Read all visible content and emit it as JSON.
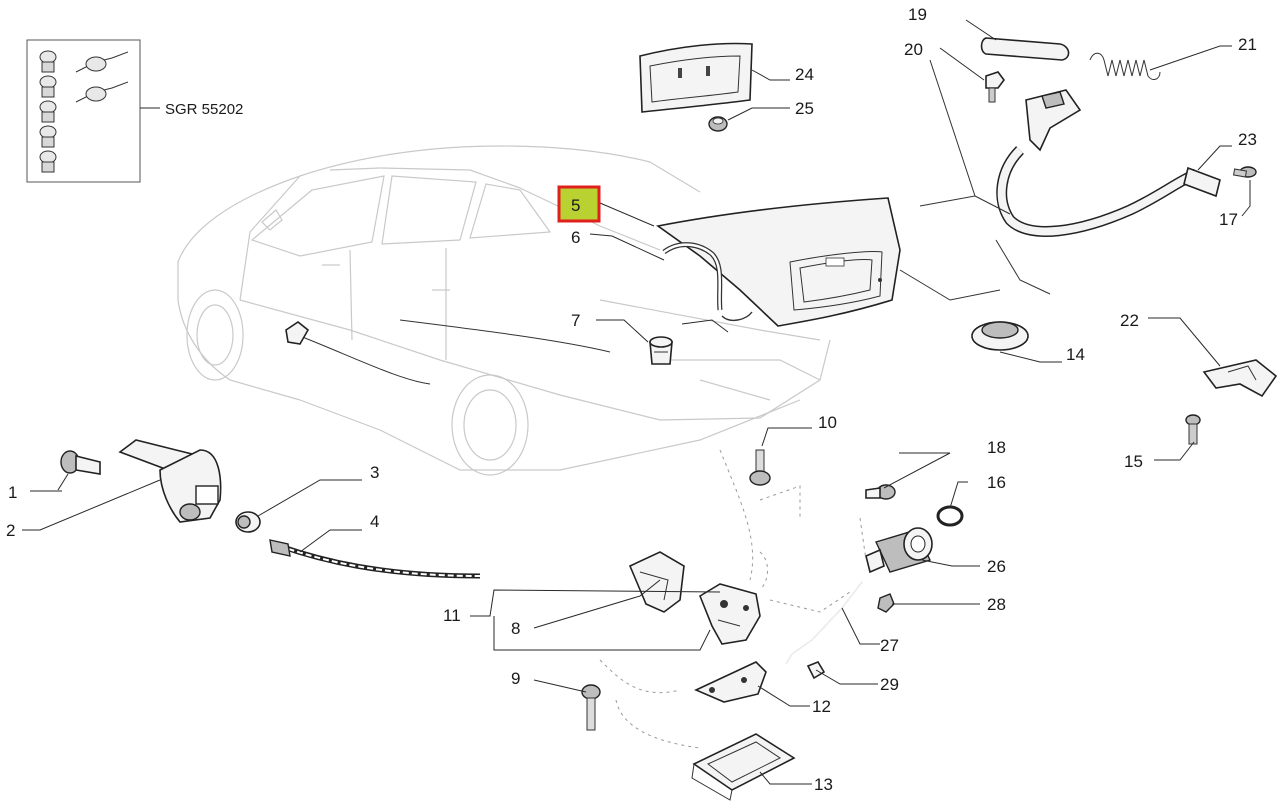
{
  "kit_label": "SGR 55202",
  "highlight": {
    "callout": "5",
    "fill": "#b9d232",
    "border": "#e0201c"
  },
  "callouts": {
    "c1": "1",
    "c2": "2",
    "c3": "3",
    "c4": "4",
    "c5": "5",
    "c6": "6",
    "c7": "7",
    "c8": "8",
    "c9": "9",
    "c10": "10",
    "c11": "11",
    "c12": "12",
    "c13": "13",
    "c14": "14",
    "c15": "15",
    "c16": "16",
    "c17": "17",
    "c18": "18",
    "c19": "19",
    "c20": "20",
    "c21": "21",
    "c22": "22",
    "c23": "23",
    "c24": "24",
    "c25": "25",
    "c26": "26",
    "c27": "27",
    "c28": "28",
    "c29": "29"
  }
}
